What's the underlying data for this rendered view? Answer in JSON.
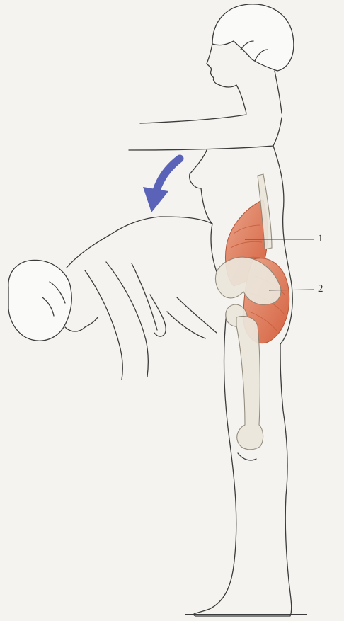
{
  "callouts": [
    {
      "id": "1",
      "label": "1"
    },
    {
      "id": "2",
      "label": "2"
    }
  ],
  "colors": {
    "background": "#f4f3ef",
    "outline": "#3b3b3b",
    "muscle": "#d9704f",
    "muscle_light": "#eba58b",
    "bone": "#ece7dc",
    "arrow": "#5b63b8",
    "leader": "#444444"
  },
  "icons": {
    "arrow": "curved-down-arrow"
  }
}
